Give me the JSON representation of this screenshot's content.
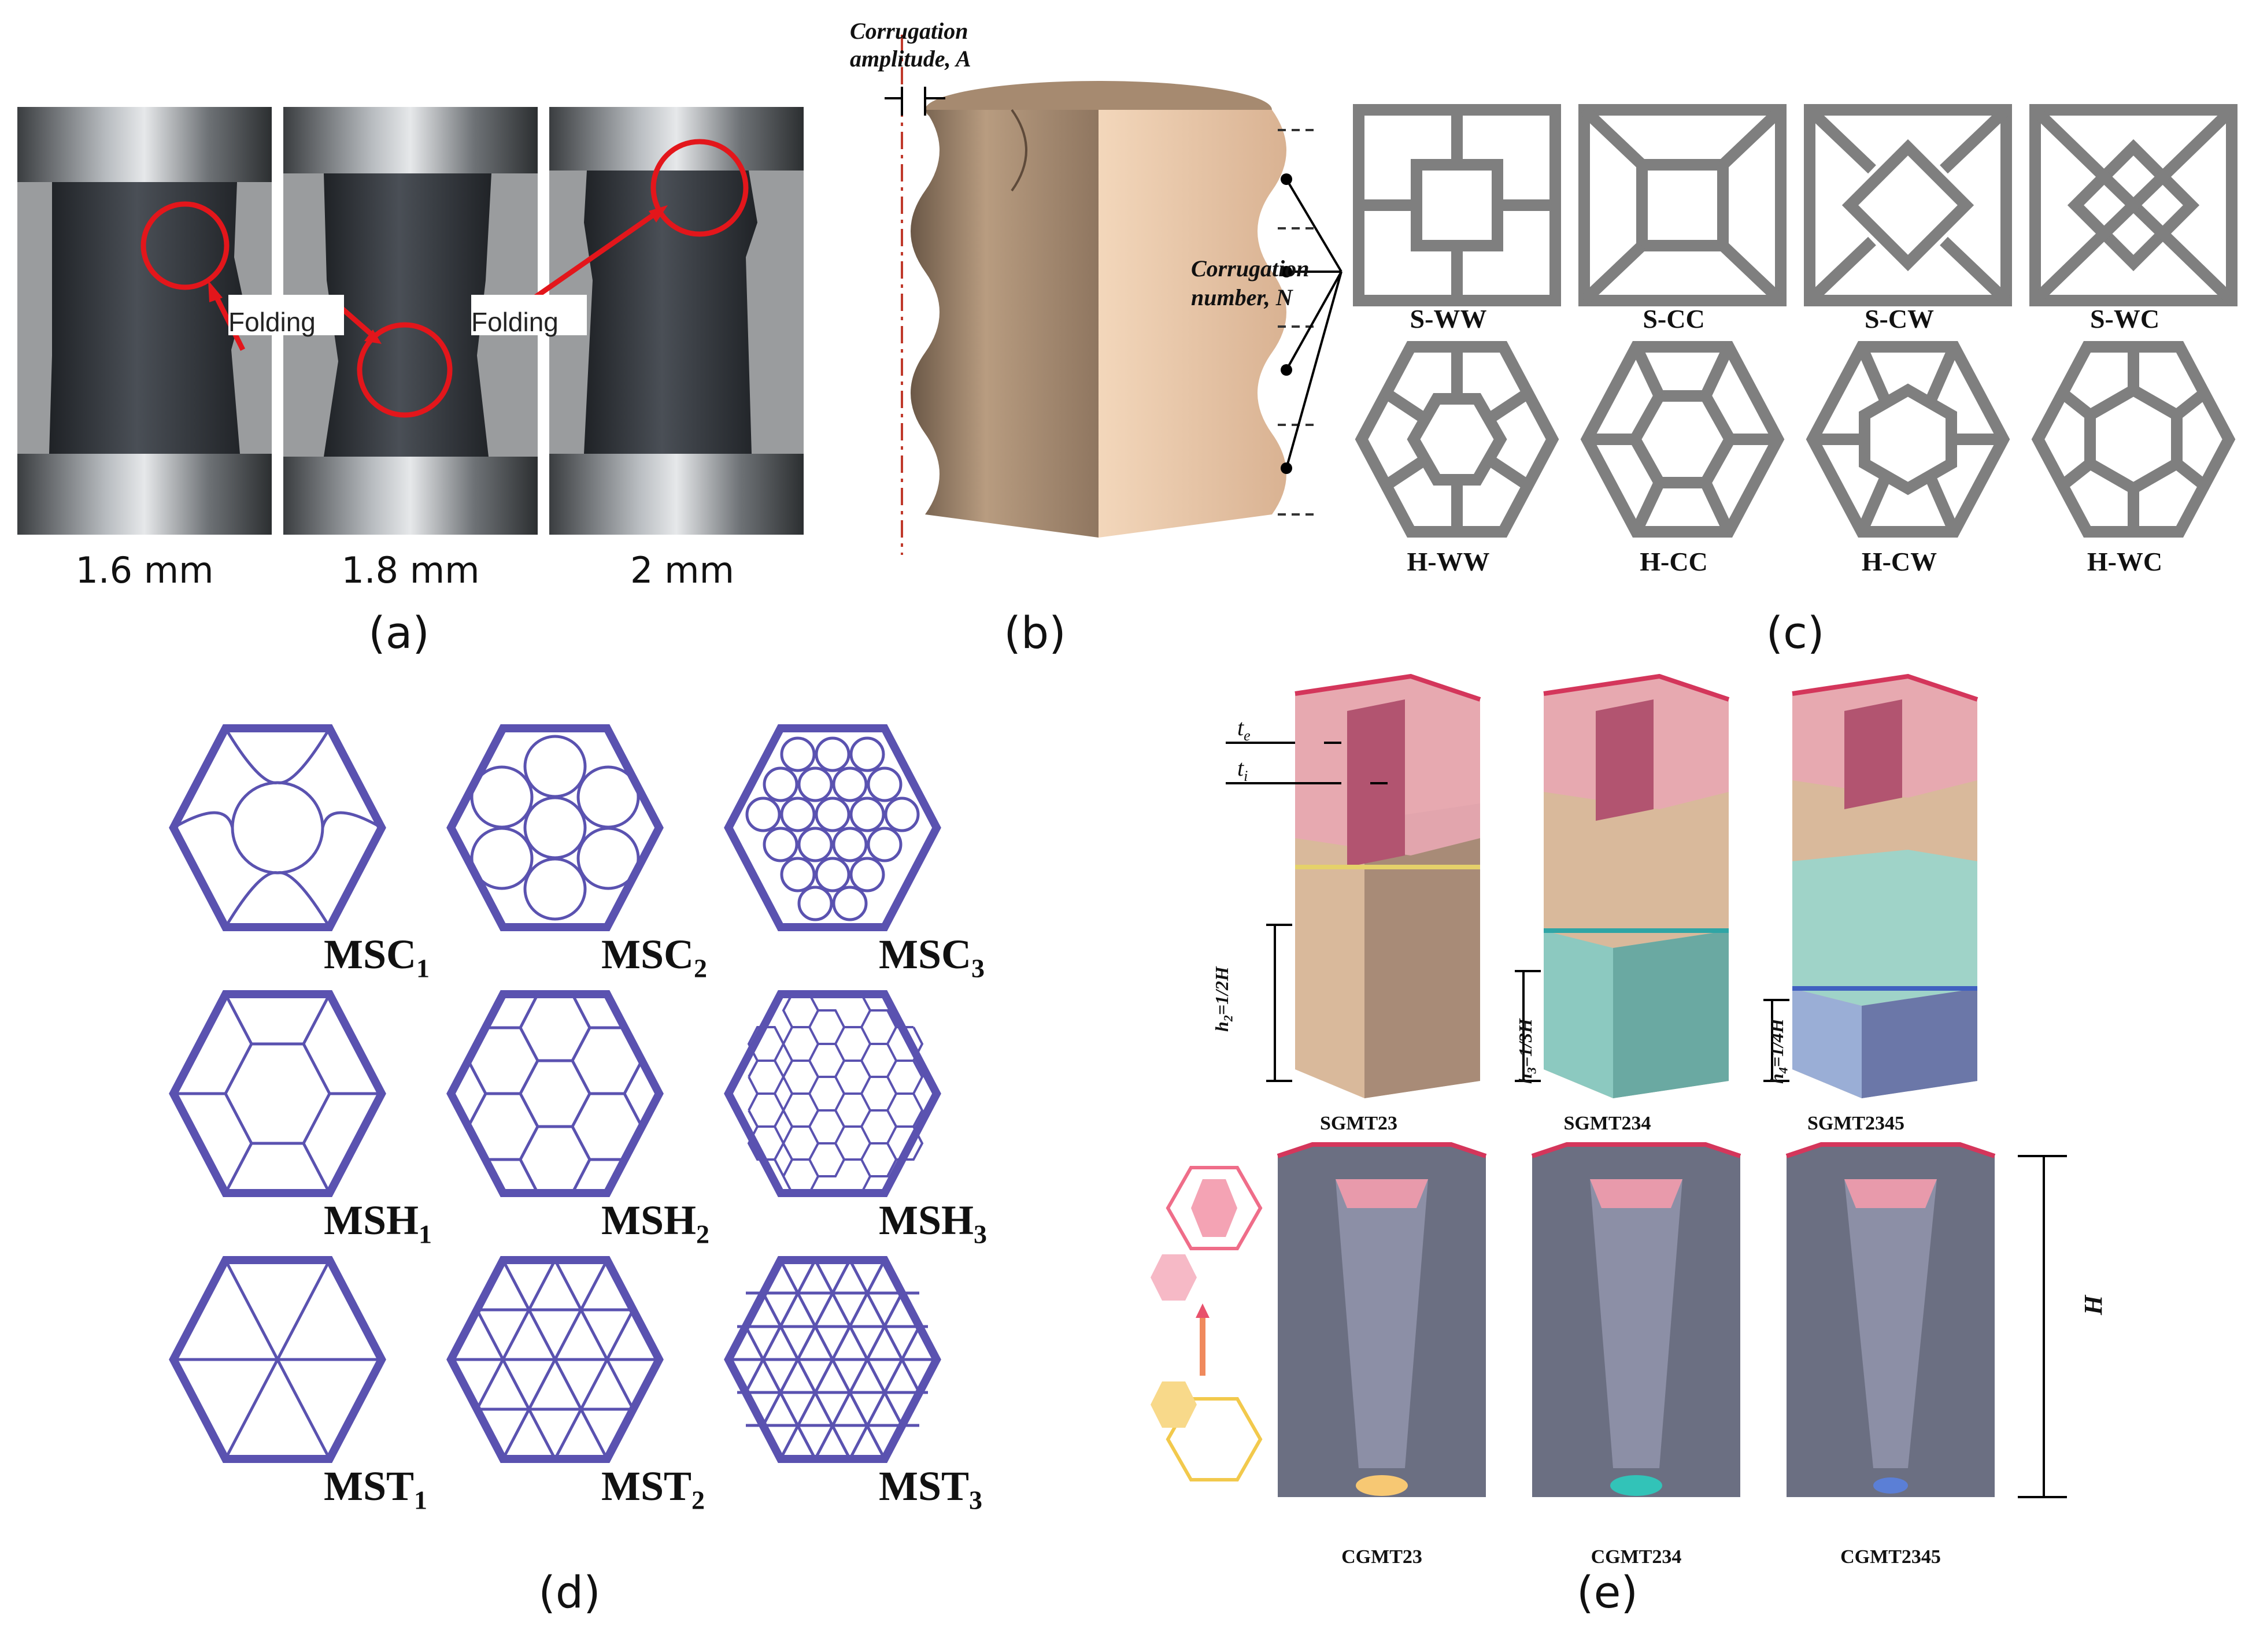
{
  "panels": {
    "a": {
      "label": "(a)",
      "captions": [
        "1.6 mm",
        "1.8 mm",
        "2 mm"
      ],
      "annotations": [
        "Folding",
        "Folding"
      ]
    },
    "b": {
      "label": "(b)",
      "amplitude_line1": "Corrugation",
      "amplitude_line2": "amplitude, A",
      "number_line1": "Corrugation",
      "number_line2": "number, N"
    },
    "c": {
      "label": "(c)",
      "cells": [
        "S-WW",
        "S-CC",
        "S-CW",
        "S-WC",
        "H-WW",
        "H-CC",
        "H-CW",
        "H-WC"
      ],
      "stroke_color": "#7f7f7f"
    },
    "d": {
      "label": "(d)",
      "cells": [
        {
          "base": "MSC",
          "sub": "1"
        },
        {
          "base": "MSC",
          "sub": "2"
        },
        {
          "base": "MSC",
          "sub": "3"
        },
        {
          "base": "MSH",
          "sub": "1"
        },
        {
          "base": "MSH",
          "sub": "2"
        },
        {
          "base": "MSH",
          "sub": "3"
        },
        {
          "base": "MST",
          "sub": "1"
        },
        {
          "base": "MST",
          "sub": "2"
        },
        {
          "base": "MST",
          "sub": "3"
        }
      ],
      "stroke_color": "#5a52b0"
    },
    "e": {
      "label": "(e)",
      "top_captions": [
        "SGMT23",
        "SGMT234",
        "SGMT2345"
      ],
      "bottom_captions": [
        "CGMT23",
        "CGMT234",
        "CGMT2345"
      ],
      "te_base": "t",
      "te_sub": "e",
      "ti_base": "t",
      "ti_sub": "i",
      "h_labels": [
        {
          "base": "h",
          "sub": "2",
          "rest": "=1/2H"
        },
        {
          "base": "h",
          "sub": "3",
          "rest": "=1/3H"
        },
        {
          "base": "h",
          "sub": "4",
          "rest": "=1/4H"
        }
      ],
      "height_label": "H"
    }
  }
}
